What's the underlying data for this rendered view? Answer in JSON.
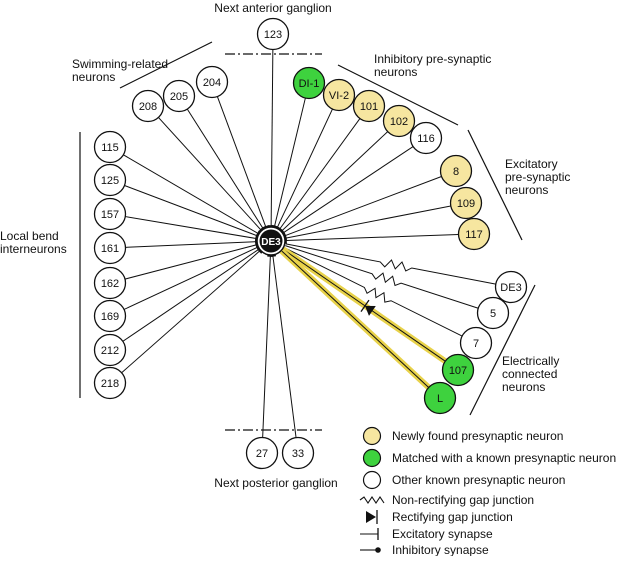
{
  "center": {
    "label": "DE3"
  },
  "groups": {
    "anterior": "Next anterior ganglion",
    "posterior": "Next posterior ganglion",
    "swimming": [
      "Swimming-related",
      "neurons"
    ],
    "inhibitory": [
      "Inhibitory pre-synaptic",
      "neurons"
    ],
    "excitatory": [
      "Excitatory",
      "pre-synaptic",
      "neurons"
    ],
    "local": [
      "Local bend",
      "interneurons"
    ],
    "electrical": [
      "Electrically",
      "connected",
      "neurons"
    ]
  },
  "colors": {
    "new": "#f6e6a0",
    "matched": "#3ed23e",
    "other": "#ffffff",
    "highlight": "#e8d24a"
  },
  "neurons": {
    "anterior": [
      {
        "label": "123",
        "type": "other"
      }
    ],
    "swimming": [
      {
        "label": "208",
        "type": "other"
      },
      {
        "label": "205",
        "type": "other"
      },
      {
        "label": "204",
        "type": "other"
      }
    ],
    "inhibitory": [
      {
        "label": "DI-1",
        "type": "matched"
      },
      {
        "label": "VI-2",
        "type": "new"
      },
      {
        "label": "101",
        "type": "new"
      },
      {
        "label": "102",
        "type": "new"
      },
      {
        "label": "116",
        "type": "other"
      }
    ],
    "excitatory": [
      {
        "label": "8",
        "type": "new"
      },
      {
        "label": "109",
        "type": "new"
      },
      {
        "label": "117",
        "type": "new"
      }
    ],
    "local": [
      {
        "label": "115",
        "type": "other"
      },
      {
        "label": "125",
        "type": "other"
      },
      {
        "label": "157",
        "type": "other"
      },
      {
        "label": "161",
        "type": "other"
      },
      {
        "label": "162",
        "type": "other"
      },
      {
        "label": "169",
        "type": "other"
      },
      {
        "label": "212",
        "type": "other"
      },
      {
        "label": "218",
        "type": "other"
      }
    ],
    "electrical": [
      {
        "label": "DE3",
        "type": "other"
      },
      {
        "label": "5",
        "type": "other"
      },
      {
        "label": "7",
        "type": "other"
      },
      {
        "label": "107",
        "type": "matched"
      },
      {
        "label": "L",
        "type": "matched"
      }
    ],
    "posterior": [
      {
        "label": "27",
        "type": "other"
      },
      {
        "label": "33",
        "type": "other"
      }
    ]
  },
  "legend": [
    {
      "kind": "new",
      "label": "Newly found presynaptic neuron"
    },
    {
      "kind": "matched",
      "label": "Matched with a known presynaptic neuron"
    },
    {
      "kind": "other",
      "label": "Other known presynaptic neuron"
    },
    {
      "kind": "gap",
      "label": "Non-rectifying gap junction"
    },
    {
      "kind": "rect",
      "label": "Rectifying gap junction"
    },
    {
      "kind": "exc",
      "label": "Excitatory synapse"
    },
    {
      "kind": "inh",
      "label": "Inhibitory synapse"
    }
  ]
}
